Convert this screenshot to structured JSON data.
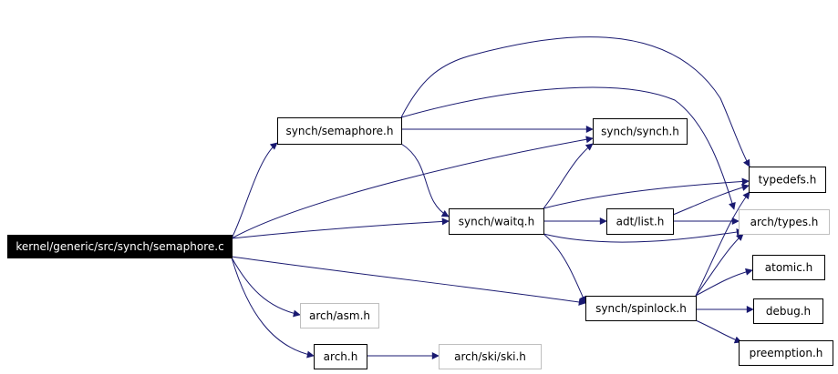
{
  "diagram": {
    "nodes": [
      {
        "id": "root",
        "label": "kernel/generic/src/synch/semaphore.c",
        "style": "root"
      },
      {
        "id": "semaphore_h",
        "label": "synch/semaphore.h",
        "style": "normal"
      },
      {
        "id": "synch_h",
        "label": "synch/synch.h",
        "style": "normal"
      },
      {
        "id": "typedefs_h",
        "label": "typedefs.h",
        "style": "normal"
      },
      {
        "id": "waitq_h",
        "label": "synch/waitq.h",
        "style": "normal"
      },
      {
        "id": "list_h",
        "label": "adt/list.h",
        "style": "normal"
      },
      {
        "id": "arch_types_h",
        "label": "arch/types.h",
        "style": "missing"
      },
      {
        "id": "atomic_h",
        "label": "atomic.h",
        "style": "normal"
      },
      {
        "id": "spinlock_h",
        "label": "synch/spinlock.h",
        "style": "normal"
      },
      {
        "id": "arch_asm_h",
        "label": "arch/asm.h",
        "style": "missing"
      },
      {
        "id": "debug_h",
        "label": "debug.h",
        "style": "normal"
      },
      {
        "id": "preemption_h",
        "label": "preemption.h",
        "style": "normal"
      },
      {
        "id": "arch_h",
        "label": "arch.h",
        "style": "normal"
      },
      {
        "id": "arch_ski_h",
        "label": "arch/ski/ski.h",
        "style": "missing"
      }
    ],
    "edges": [
      {
        "from": "root",
        "to": "semaphore_h"
      },
      {
        "from": "root",
        "to": "synch_h"
      },
      {
        "from": "root",
        "to": "waitq_h"
      },
      {
        "from": "root",
        "to": "spinlock_h"
      },
      {
        "from": "root",
        "to": "arch_asm_h"
      },
      {
        "from": "root",
        "to": "arch_h"
      },
      {
        "from": "semaphore_h",
        "to": "synch_h"
      },
      {
        "from": "semaphore_h",
        "to": "typedefs_h"
      },
      {
        "from": "semaphore_h",
        "to": "arch_types_h"
      },
      {
        "from": "semaphore_h",
        "to": "waitq_h"
      },
      {
        "from": "waitq_h",
        "to": "synch_h"
      },
      {
        "from": "waitq_h",
        "to": "typedefs_h"
      },
      {
        "from": "waitq_h",
        "to": "list_h"
      },
      {
        "from": "waitq_h",
        "to": "arch_types_h"
      },
      {
        "from": "waitq_h",
        "to": "spinlock_h"
      },
      {
        "from": "list_h",
        "to": "typedefs_h"
      },
      {
        "from": "list_h",
        "to": "arch_types_h"
      },
      {
        "from": "spinlock_h",
        "to": "typedefs_h"
      },
      {
        "from": "spinlock_h",
        "to": "arch_types_h"
      },
      {
        "from": "spinlock_h",
        "to": "atomic_h"
      },
      {
        "from": "spinlock_h",
        "to": "debug_h"
      },
      {
        "from": "spinlock_h",
        "to": "preemption_h"
      },
      {
        "from": "arch_h",
        "to": "arch_ski_h"
      }
    ]
  },
  "colors": {
    "edge": "#191970",
    "root_fill": "#000000",
    "root_text": "#ffffff",
    "node_border": "#000000",
    "missing_border": "#bfbfbf",
    "text": "#000000"
  }
}
